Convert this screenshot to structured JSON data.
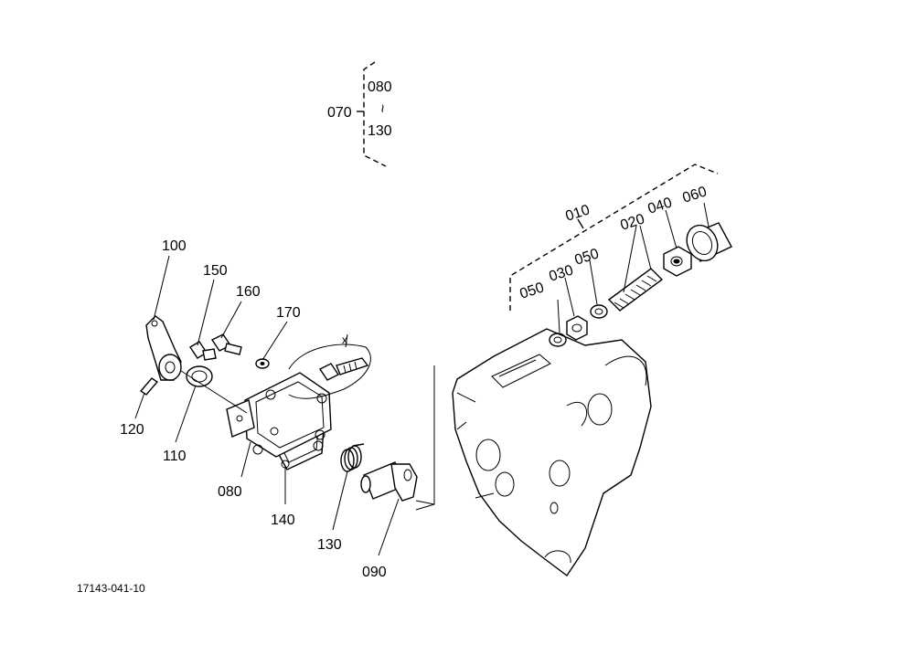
{
  "labels": {
    "p010": "010",
    "p020": "020",
    "p030": "030",
    "p040": "040",
    "p050a": "050",
    "p050b": "050",
    "p060": "060",
    "p070": "070",
    "p080_top": "080",
    "p130_top": "130",
    "p080": "080",
    "p090": "090",
    "p100": "100",
    "p110": "110",
    "p120": "120",
    "p130": "130",
    "p140": "140",
    "p150": "150",
    "p160": "160",
    "p170": "170",
    "tilde": "~"
  },
  "reference": "17143-041-10"
}
